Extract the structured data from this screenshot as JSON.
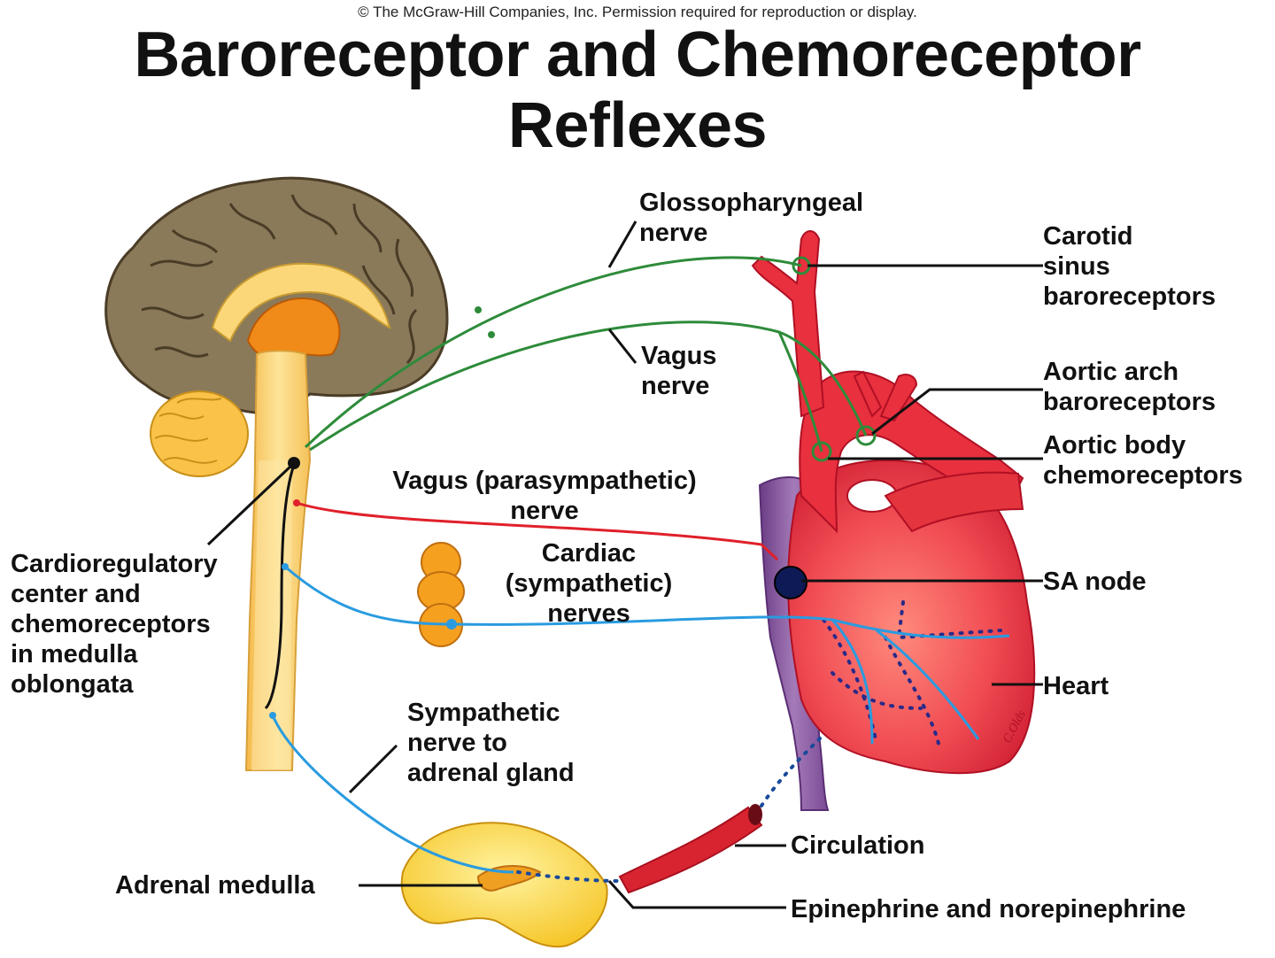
{
  "copyright": "© The McGraw-Hill Companies, Inc. Permission required for reproduction or display.",
  "title": {
    "line1": "Baroreceptor and Chemoreceptor",
    "line2": "Reflexes"
  },
  "labels": {
    "glossopharyngeal": [
      "Glossopharyngeal",
      "nerve"
    ],
    "vagus": [
      "Vagus",
      "nerve"
    ],
    "carotid": [
      "Carotid",
      "sinus",
      "baroreceptors"
    ],
    "aortic_arch": [
      "Aortic arch",
      "baroreceptors"
    ],
    "aortic_body": [
      "Aortic body",
      "chemoreceptors"
    ],
    "vagus_parasympathetic": [
      "Vagus (parasympathetic)",
      "nerve"
    ],
    "cardiac": [
      "Cardiac",
      "(sympathetic)",
      "nerves"
    ],
    "sa_node": "SA node",
    "cardioregulatory": [
      "Cardioregulatory",
      "center and",
      "chemoreceptors",
      "in medulla",
      "oblongata"
    ],
    "heart": "Heart",
    "sympathetic_adrenal": [
      "Sympathetic",
      "nerve to",
      "adrenal gland"
    ],
    "circulation": "Circulation",
    "adrenal_medulla": "Adrenal medulla",
    "epinephrine": "Epinephrine and norepinephrine",
    "artist_signature": "C.Olds"
  },
  "colors": {
    "brain_cortex": "#8a7a5a",
    "brainstem": "#fbd77a",
    "heart": "#e8303e",
    "vein": "#8a5ca0",
    "afferent_nerve": "#2e8b3a",
    "parasympathetic_nerve": "#e0202a",
    "sympathetic_nerve": "#2a9be0"
  }
}
